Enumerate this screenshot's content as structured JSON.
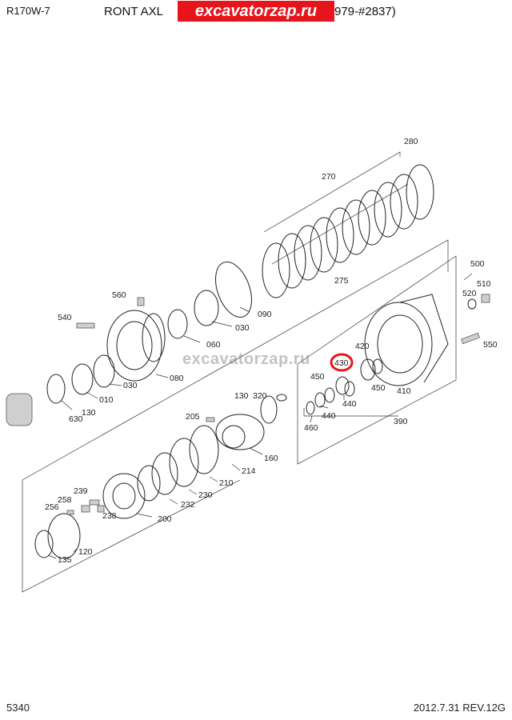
{
  "header": {
    "model": "R170W-7",
    "title": "RONT AXL",
    "title_suffix": "979-#2837)",
    "watermark": "excavatorzap.ru"
  },
  "center_watermark": "excavatorzap.ru",
  "footer": {
    "page": "5340",
    "date_rev": "2012.7.31  REV.12G"
  },
  "highlight_color": "#e8141b",
  "highlighted_part": "430",
  "labels": {
    "l280": "280",
    "l270": "270",
    "l275": "275",
    "l090": "090",
    "l500": "500",
    "l510": "510",
    "l520": "520",
    "l560": "560",
    "l540": "540",
    "l030a": "030",
    "l060": "060",
    "l550": "550",
    "l420": "420",
    "l430": "430",
    "l450a": "450",
    "l450b": "450",
    "l410": "410",
    "l080": "080",
    "l030b": "030",
    "l010": "010",
    "l440a": "440",
    "l440b": "440",
    "l460": "460",
    "l390": "390",
    "l130a": "130",
    "l320": "320",
    "l630": "630",
    "l130b": "130",
    "l205": "205",
    "l160": "160",
    "l214": "214",
    "l210": "210",
    "l230": "230",
    "l232": "232",
    "l239": "239",
    "l258": "258",
    "l256": "256",
    "l238": "238",
    "l200": "200",
    "l120": "120",
    "l135": "135"
  }
}
